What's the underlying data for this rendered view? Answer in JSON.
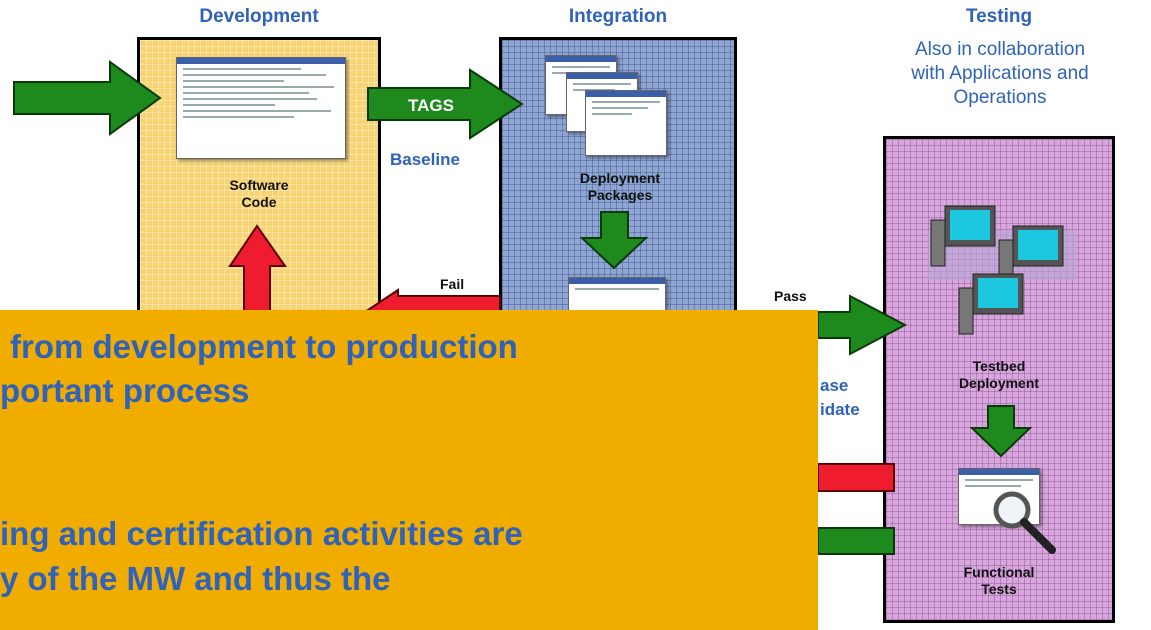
{
  "columns": {
    "development": "Development",
    "integration": "Integration",
    "testing": "Testing",
    "testing_note_lines": [
      "Also in collaboration",
      "with Applications and",
      "Operations"
    ]
  },
  "labels": {
    "software_code_lines": [
      "Software",
      "Code"
    ],
    "tags": "TAGS",
    "baseline": "Baseline",
    "deployment_packages_lines": [
      "Deployment",
      "Packages"
    ],
    "fail": "Fail",
    "pass": "Pass",
    "release_candidate_lines": [
      "ase",
      "idate"
    ],
    "testbed_deployment_lines": [
      "Testbed",
      "Deployment"
    ],
    "functional_tests_lines": [
      "Functional",
      "Tests"
    ]
  },
  "overlay_lines": [
    "from development to production",
    "portant process",
    "ing and certification activities are",
    "y of the MW and thus the"
  ],
  "colors": {
    "title_blue": "#2f62b8",
    "arrow_green": "#1e8a1e",
    "arrow_red": "#ee1c2e",
    "overlay_orange": "#f0ad00"
  }
}
